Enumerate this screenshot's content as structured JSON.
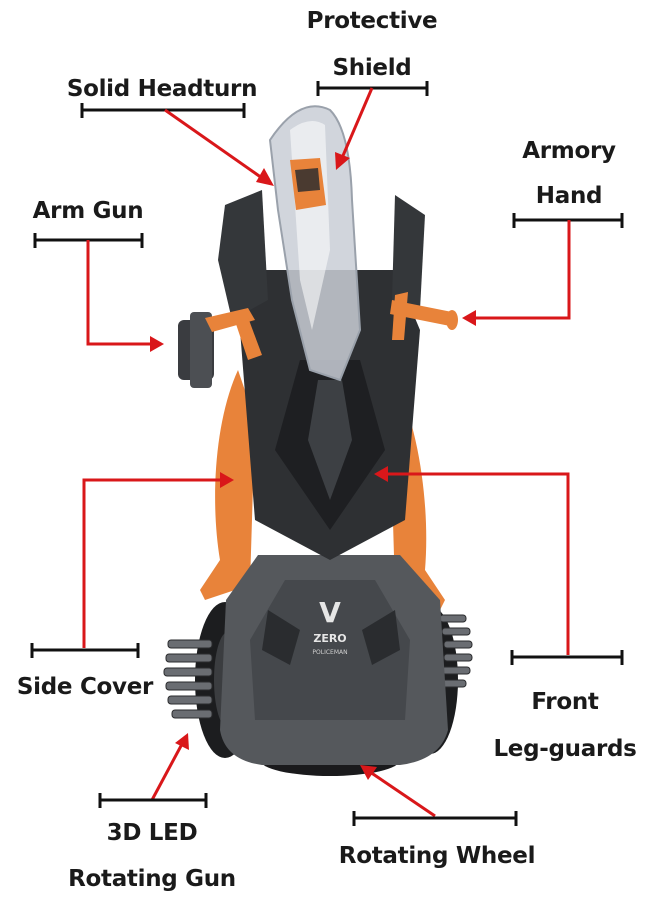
{
  "colors": {
    "label": "#1a1a1a",
    "pointer": "#d9171a",
    "body_dark": "#2e3033",
    "body_gray": "#55585c",
    "accent_orange": "#e8833a",
    "shield": "#c9ced6"
  },
  "product": {
    "badge_letter": "V",
    "badge_name": "ZERO",
    "badge_sub": "POLICEMAN"
  },
  "labels": {
    "protective_shield": [
      "Protective",
      "Shield"
    ],
    "solid_headturn": [
      "Solid Headturn"
    ],
    "armory_hand": [
      "Armory",
      "Hand"
    ],
    "arm_gun": [
      "Arm Gun"
    ],
    "side_cover": [
      "Side Cover"
    ],
    "front_leg_guards": [
      "Front",
      "Leg-guards"
    ],
    "led_rotating_gun": [
      "3D LED",
      "Rotating Gun"
    ],
    "rotating_wheel": [
      "Rotating Wheel"
    ]
  }
}
